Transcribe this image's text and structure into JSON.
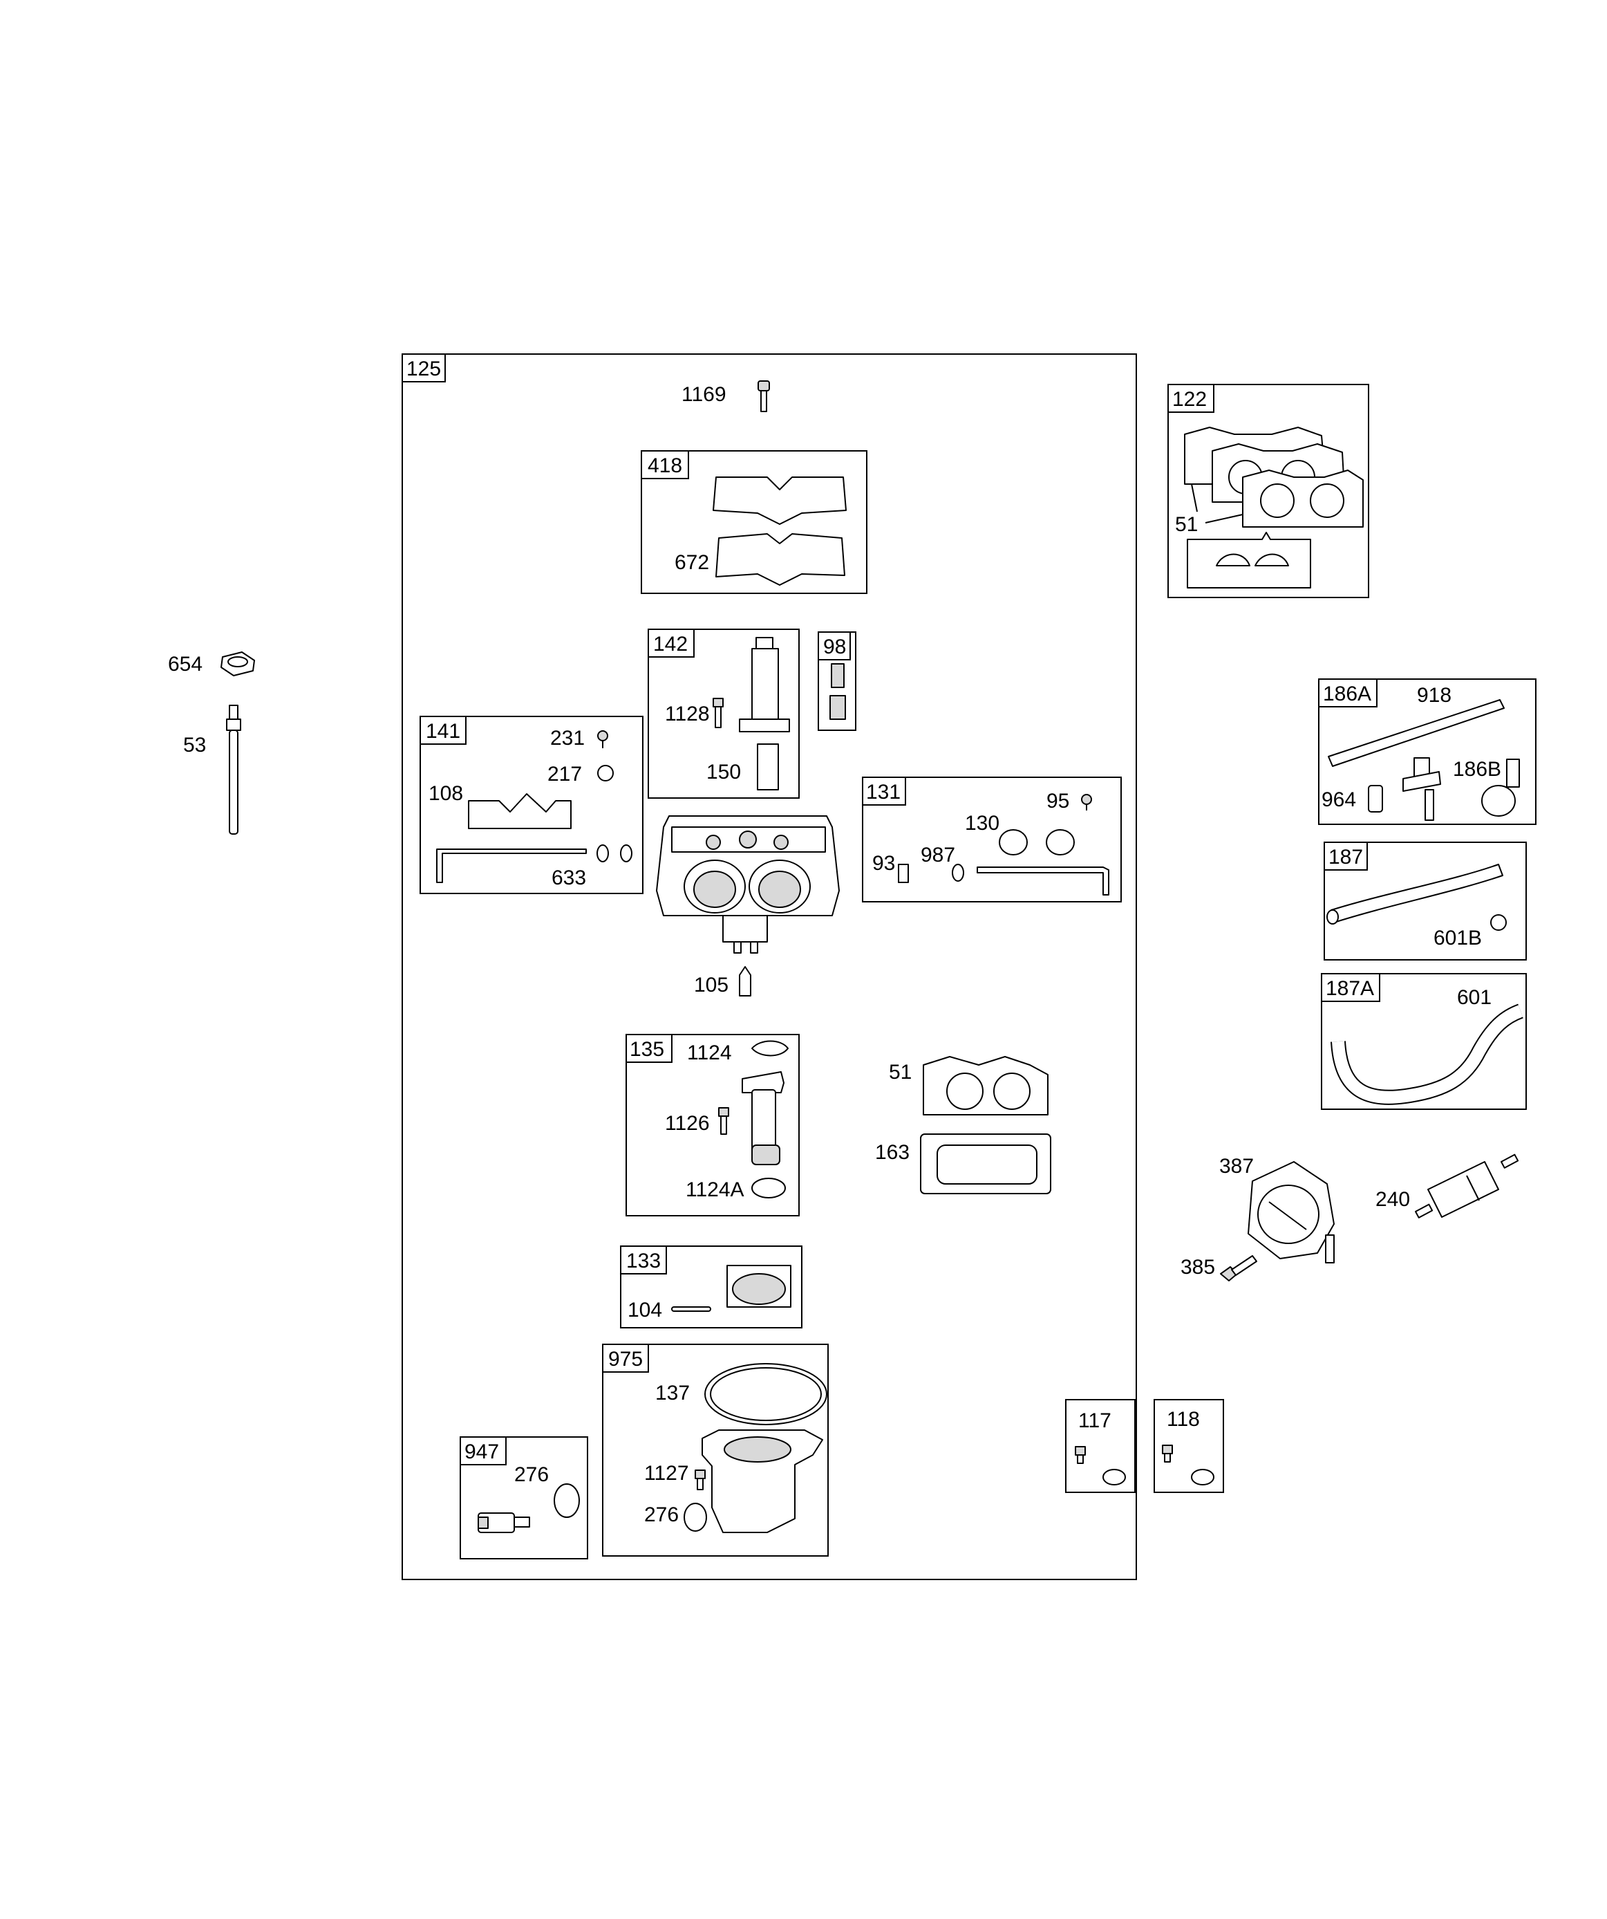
{
  "diagram": {
    "outer_kit": "125",
    "kits": [
      {
        "id": "418",
        "parts": [
          "672"
        ]
      },
      {
        "id": "142",
        "parts": [
          "1128",
          "150"
        ]
      },
      {
        "id": "98",
        "parts": []
      },
      {
        "id": "141",
        "parts": [
          "231",
          "217",
          "108",
          "633"
        ]
      },
      {
        "id": "131",
        "parts": [
          "95",
          "130",
          "93",
          "987"
        ]
      },
      {
        "id": "135",
        "parts": [
          "1124",
          "1126",
          "1124A"
        ]
      },
      {
        "id": "133",
        "parts": [
          "104"
        ]
      },
      {
        "id": "975",
        "parts": [
          "137",
          "1127",
          "276"
        ]
      },
      {
        "id": "947",
        "parts": [
          "276"
        ]
      },
      {
        "id": "122",
        "parts": [
          "51"
        ]
      },
      {
        "id": "186A",
        "parts": [
          "918",
          "964",
          "186B"
        ]
      },
      {
        "id": "187",
        "parts": [
          "601B"
        ]
      },
      {
        "id": "187A",
        "parts": [
          "601"
        ]
      },
      {
        "id": "117",
        "parts": []
      },
      {
        "id": "118",
        "parts": []
      }
    ],
    "loose_parts": [
      "654",
      "53",
      "1169",
      "105",
      "51",
      "163",
      "387",
      "385",
      "240"
    ]
  }
}
